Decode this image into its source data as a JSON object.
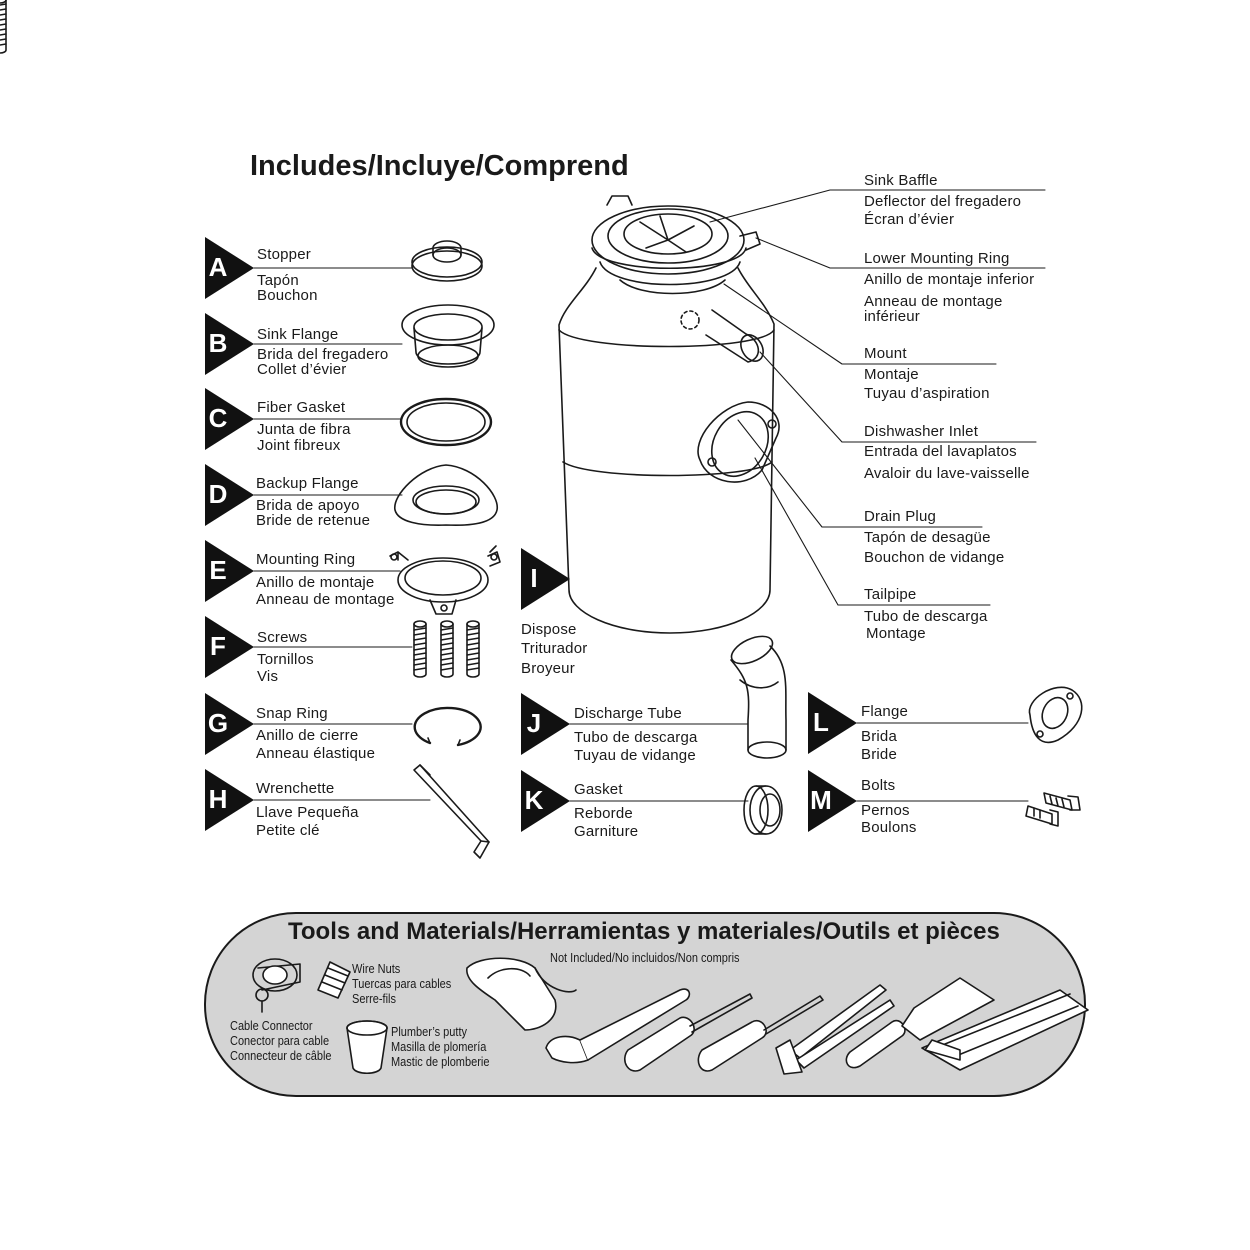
{
  "title": "Includes/Incluye/Comprend",
  "items": {
    "A": {
      "letter": "A",
      "l1": "Stopper",
      "l2": "Tapón",
      "l3": "Bouchon"
    },
    "B": {
      "letter": "B",
      "l1": "Sink Flange",
      "l2": "Brida del fregadero",
      "l3": "Collet d’évier"
    },
    "C": {
      "letter": "C",
      "l1": "Fiber Gasket",
      "l2": "Junta de fibra",
      "l3": "Joint fibreux"
    },
    "D": {
      "letter": "D",
      "l1": "Backup Flange",
      "l2": "Brida de apoyo",
      "l3": "Bride de retenue"
    },
    "E": {
      "letter": "E",
      "l1": "Mounting Ring",
      "l2": "Anillo de montaje",
      "l3": "Anneau de montage"
    },
    "F": {
      "letter": "F",
      "l1": "Screws",
      "l2": "Tornillos",
      "l3": "Vis"
    },
    "G": {
      "letter": "G",
      "l1": "Snap Ring",
      "l2": "Anillo de cierre",
      "l3": "Anneau élastique"
    },
    "H": {
      "letter": "H",
      "l1": "Wrenchette",
      "l2": "Llave Pequeña",
      "l3": "Petite clé"
    },
    "I": {
      "letter": "I",
      "l1": "Dispose",
      "l2": "Triturador",
      "l3": "Broyeur"
    },
    "J": {
      "letter": "J",
      "l1": "Discharge Tube",
      "l2": "Tubo de descarga",
      "l3": "Tuyau de vidange"
    },
    "K": {
      "letter": "K",
      "l1": "Gasket",
      "l2": "Reborde",
      "l3": "Garniture"
    },
    "L": {
      "letter": "L",
      "l1": "Flange",
      "l2": "Brida",
      "l3": "Bride"
    },
    "M": {
      "letter": "M",
      "l1": "Bolts",
      "l2": "Pernos",
      "l3": "Boulons"
    }
  },
  "callouts": {
    "sink_baffle": {
      "l1": "Sink Baffle",
      "l2": "Deflector del fregadero",
      "l3": "Écran d’évier"
    },
    "lower_ring": {
      "l1": "Lower Mounting Ring",
      "l2": "Anillo de montaje inferior",
      "l3": "Anneau de montage",
      "l4": "inférieur"
    },
    "mount": {
      "l1": "Mount",
      "l2": "Montaje",
      "l3": "Tuyau d’aspiration"
    },
    "dishwasher": {
      "l1": "Dishwasher Inlet",
      "l2": "Entrada del lavaplatos",
      "l3": "Avaloir du lave-vaisselle"
    },
    "drain_plug": {
      "l1": "Drain Plug",
      "l2": "Tapón de desagüe",
      "l3": "Bouchon de vidange"
    },
    "tailpipe": {
      "l1": "Tailpipe",
      "l2": "Tubo de descarga",
      "l3": "Montage"
    }
  },
  "tools": {
    "title": "Tools and Materials/Herramientas y materiales/Outils et pièces",
    "not_included": "Not Included/No incluidos/Non compris",
    "wire_nuts": {
      "l1": "Wire Nuts",
      "l2": "Tuercas para cables",
      "l3": "Serre-fils"
    },
    "cable_connector": {
      "l1": "Cable Connector",
      "l2": "Conector para cable",
      "l3": "Connecteur de câble"
    },
    "putty": {
      "l1": "Plumber’s putty",
      "l2": "Masilla de plomería",
      "l3": "Mastic de plomberie"
    }
  },
  "colors": {
    "ink": "#1a1a1a",
    "panel": "#d4d4d4",
    "tag": "#111111"
  }
}
